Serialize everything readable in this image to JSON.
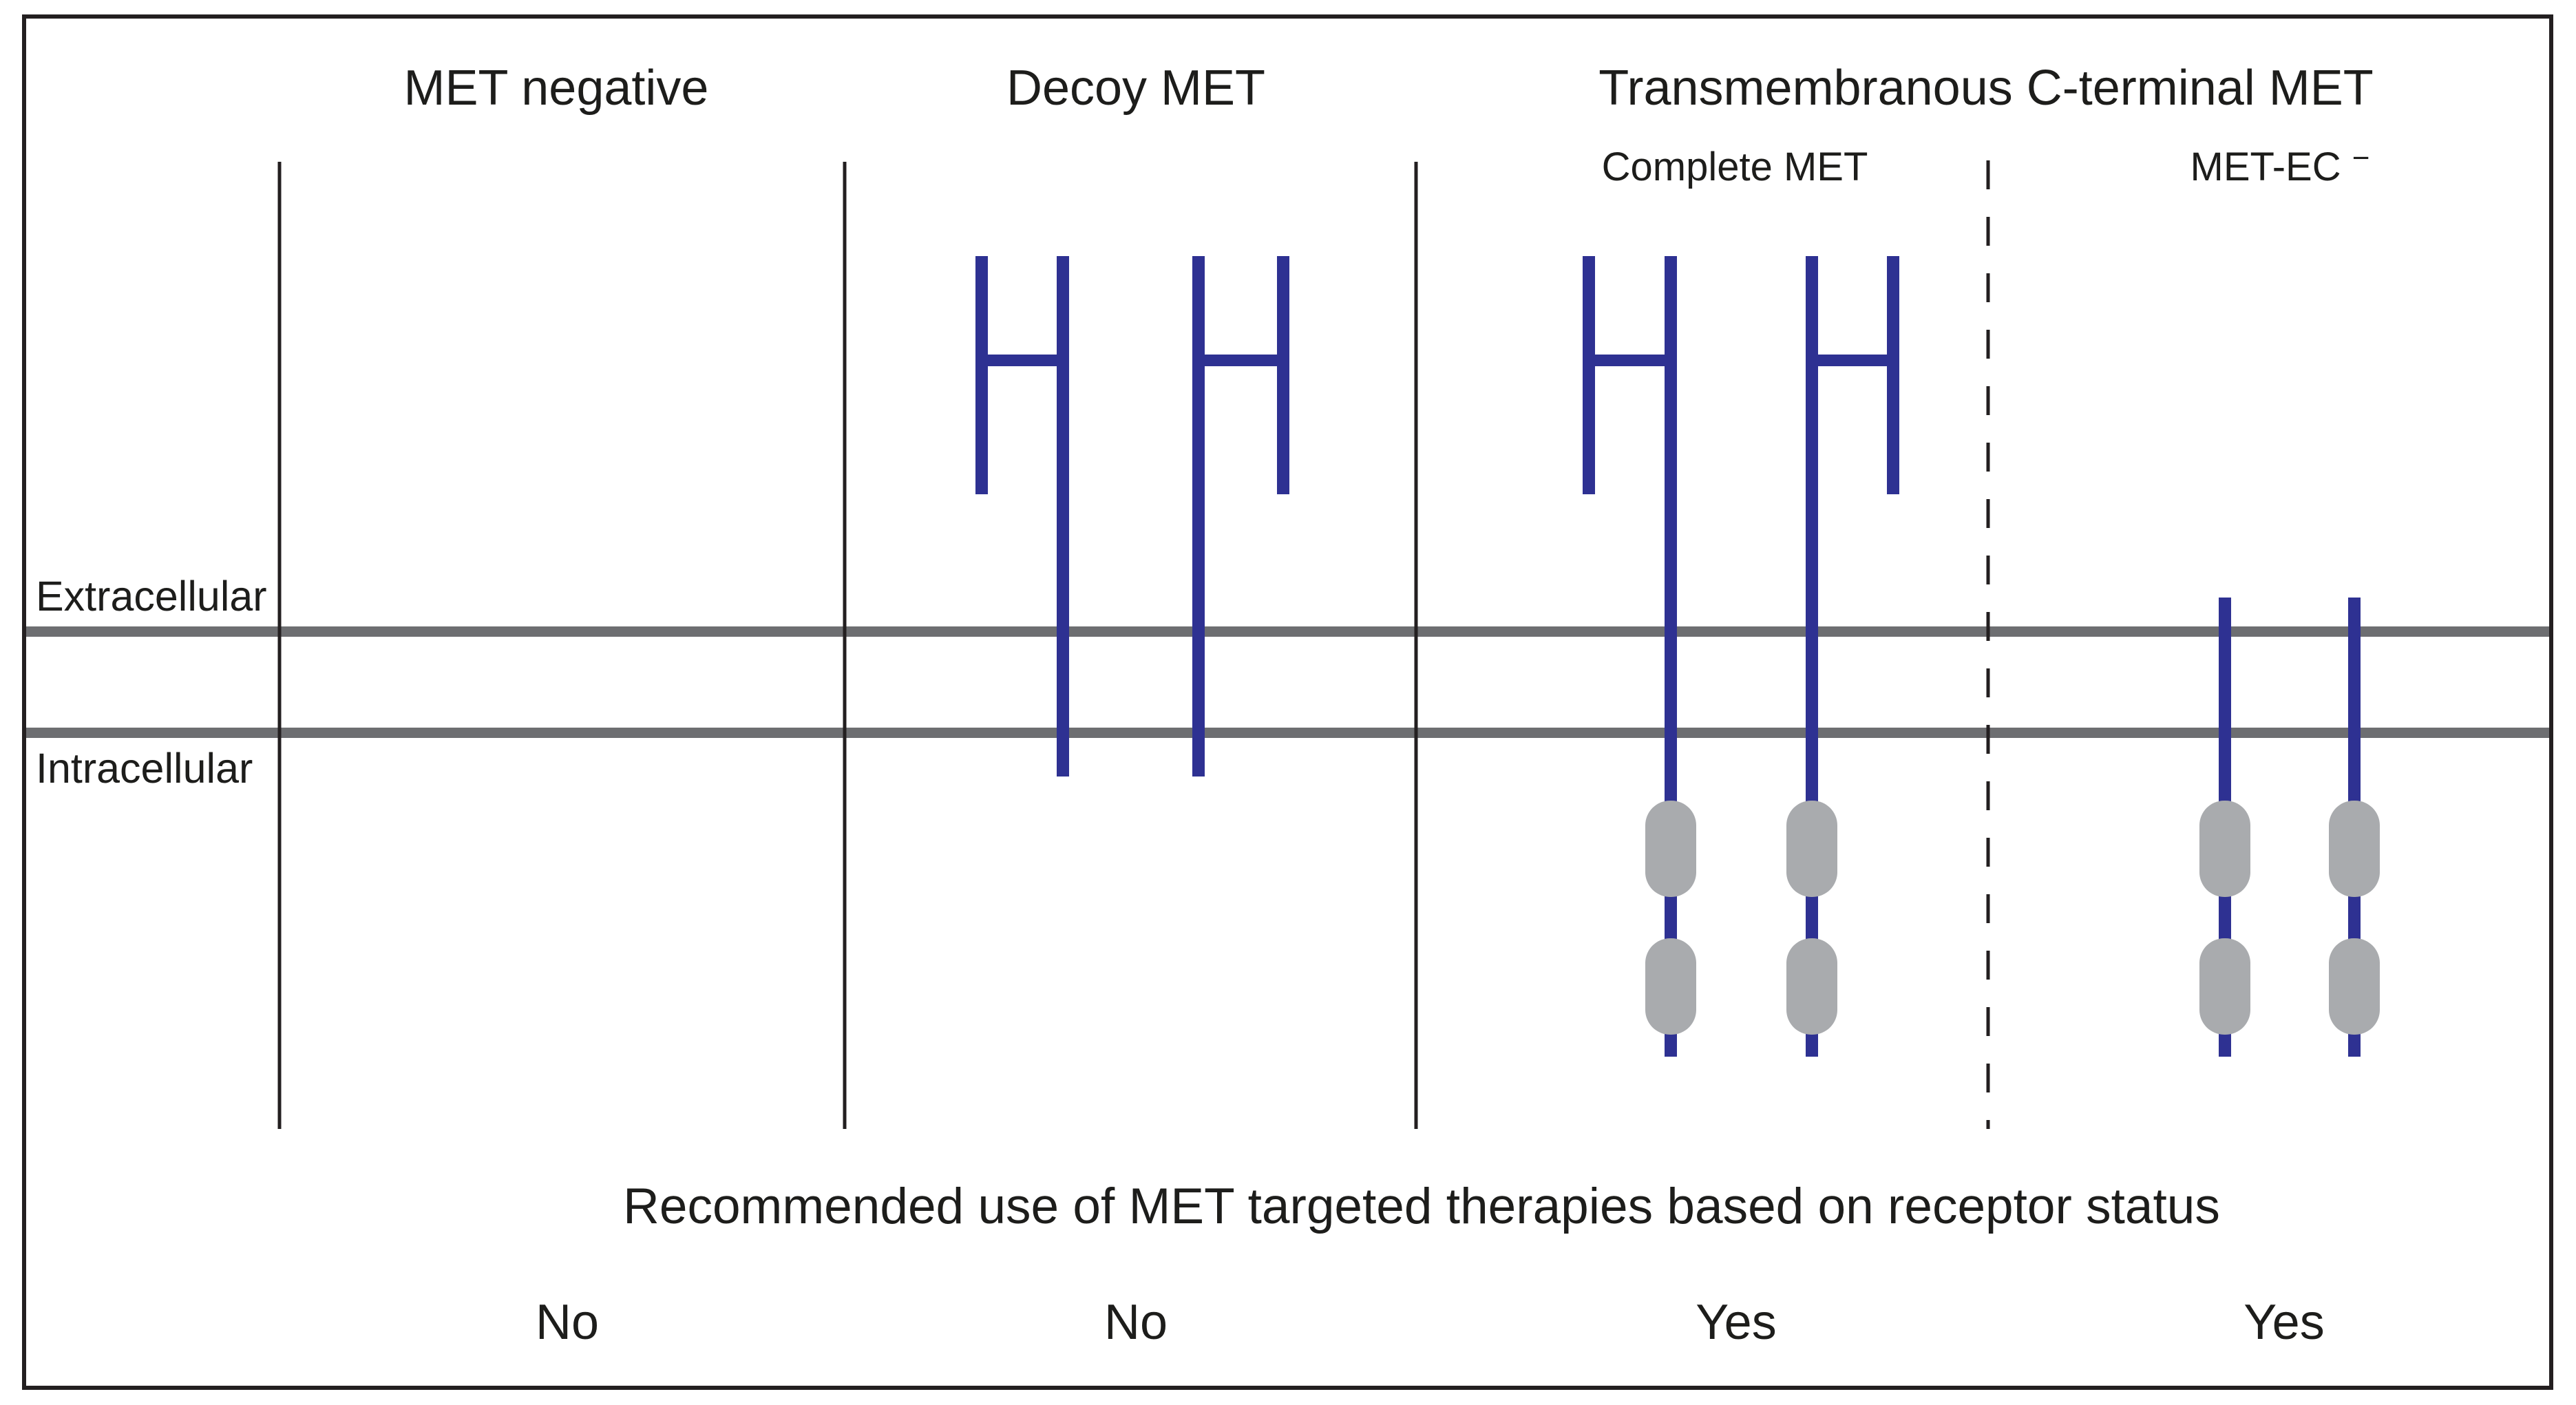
{
  "figure": {
    "column_titles": {
      "met_negative": "MET negative",
      "decoy_met": "Decoy MET",
      "transmembranous": "Transmembranous C-terminal MET"
    },
    "subcolumn_labels": {
      "complete_met": "Complete MET",
      "met_ec_base": "MET-EC",
      "met_ec_superscript": "−"
    },
    "membrane_labels": {
      "extracellular": "Extracellular",
      "intracellular": "Intracellular"
    },
    "caption": "Recommended use of MET targeted therapies based on receptor status",
    "recommendations": {
      "met_negative": "No",
      "decoy_met": "No",
      "complete_met": "Yes",
      "met_ec": "Yes"
    },
    "colors": {
      "receptor_blue": "#2e3192",
      "membrane_gray": "#6d6e71",
      "kinase_domain_gray": "#a9abae",
      "line_black": "#231f20",
      "text_black": "#1d1d1b"
    }
  }
}
